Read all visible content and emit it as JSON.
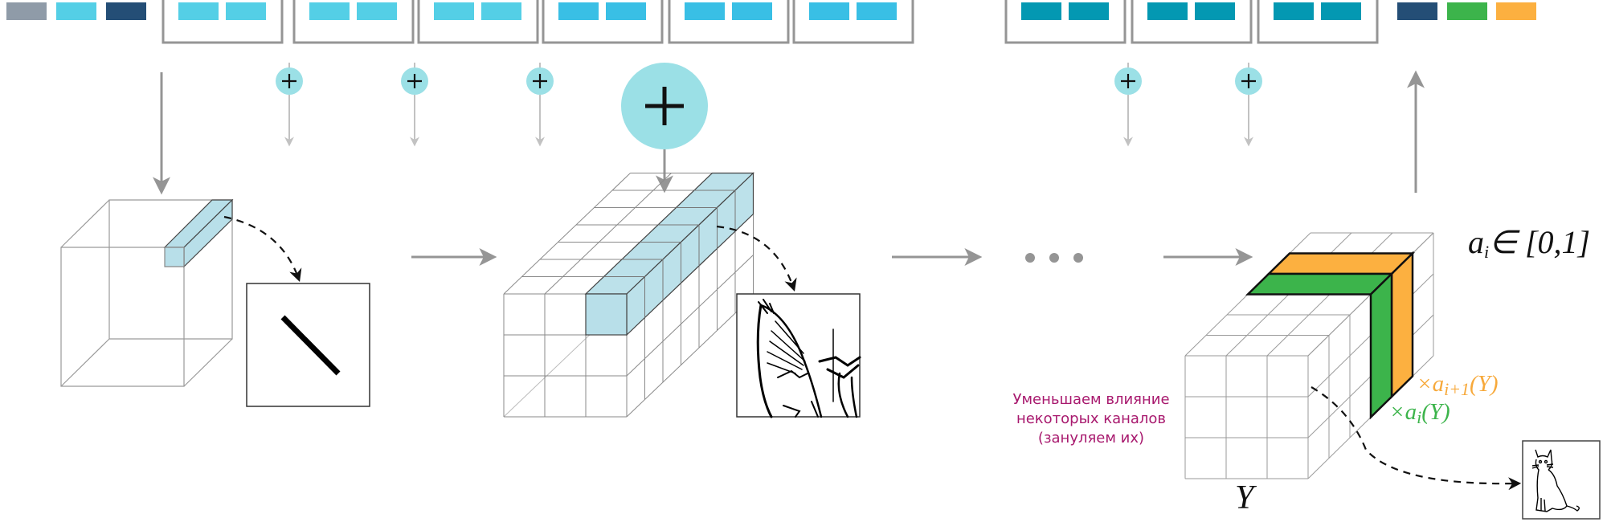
{
  "diagram": {
    "top_row": {
      "left_tokens": [
        {
          "name": "token-gray",
          "color": "#8f9ba8"
        },
        {
          "name": "token-cyan",
          "color": "#54cfe6"
        },
        {
          "name": "token-navy",
          "color": "#244e76"
        }
      ],
      "groups_light": [
        {
          "tokens": [
            "#54cfe6",
            "#54cfe6"
          ]
        },
        {
          "tokens": [
            "#54cfe6",
            "#54cfe6"
          ]
        },
        {
          "tokens": [
            "#54cfe6",
            "#54cfe6"
          ]
        },
        {
          "tokens": [
            "#39bfe5",
            "#39bfe5"
          ]
        },
        {
          "tokens": [
            "#39bfe5",
            "#39bfe5"
          ]
        },
        {
          "tokens": [
            "#39bfe5",
            "#39bfe5"
          ]
        }
      ],
      "groups_dark": [
        {
          "tokens": [
            "#0398b2",
            "#0398b2"
          ]
        },
        {
          "tokens": [
            "#0398b2",
            "#0398b2"
          ]
        },
        {
          "tokens": [
            "#0398b2",
            "#0398b2"
          ]
        }
      ],
      "right_tokens": [
        {
          "name": "token-navy",
          "color": "#244e76"
        },
        {
          "name": "token-green",
          "color": "#3cb44b"
        },
        {
          "name": "token-orange",
          "color": "#fcb040"
        }
      ]
    },
    "add_symbol": "+",
    "ellipsis": "• • •",
    "colors": {
      "add_circle": "#9be0e6",
      "highlight_blue": "#b8dfe9",
      "green": "#3cb44b",
      "orange": "#fcb040",
      "arrow_gray": "#959595",
      "caption": "#a8196e"
    },
    "caption_lines": [
      "Уменьшаем влияние",
      "некоторых каналов",
      "(зануляем их)"
    ],
    "math": {
      "ai_range_base": "a",
      "ai_range_sub": "i",
      "ai_range_rest": "∈ [0,1]",
      "orange_prefix": "×a",
      "orange_sub": "i+1",
      "orange_suffix": "(Y)",
      "green_prefix": "×a",
      "green_sub": "i",
      "green_suffix": "(Y)",
      "y_label": "Y"
    },
    "feature_images": [
      "diagonal-line-feature",
      "cat-ear-feature",
      "cat-full-feature"
    ]
  }
}
